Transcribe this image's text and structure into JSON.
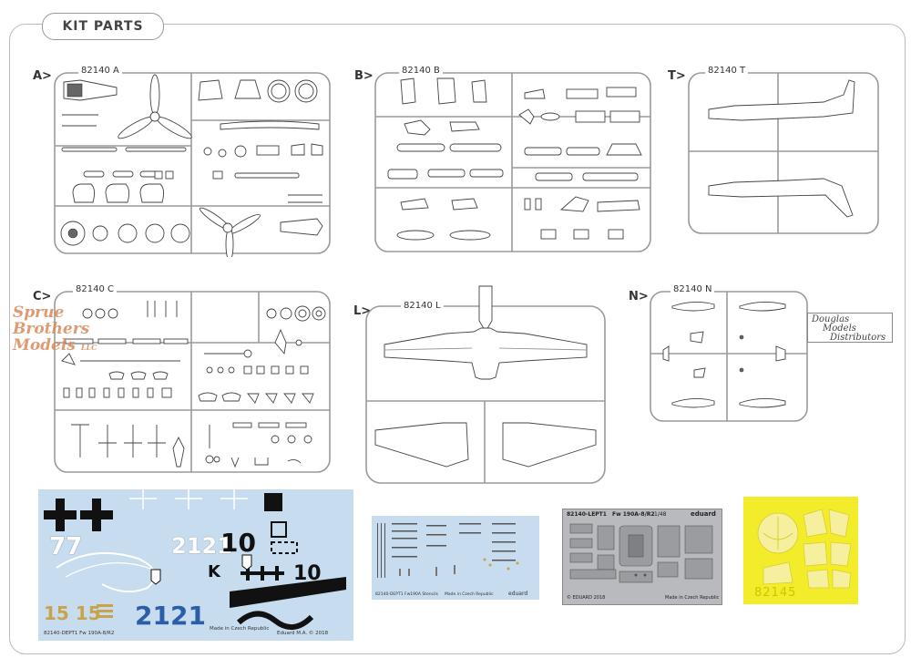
{
  "page": {
    "section_title": "KIT PARTS"
  },
  "sprues": {
    "a": {
      "letter": "A>",
      "code": "82140 A"
    },
    "b": {
      "letter": "B>",
      "code": "82140 B"
    },
    "t": {
      "letter": "T>",
      "code": "82140 T"
    },
    "c": {
      "letter": "C>",
      "code": "82140 C"
    },
    "l": {
      "letter": "L>",
      "code": "82140 L"
    },
    "n": {
      "letter": "N>",
      "code": "82140 N"
    }
  },
  "watermark": {
    "line1": "Sprue",
    "line2": "Brothers",
    "line3": "Models",
    "suffix": "LLC"
  },
  "distributor": {
    "line1": "Douglas",
    "line2": "Models",
    "line3": "Distributors"
  },
  "decal_main": {
    "code_78": "77",
    "num_2121_top": "2121",
    "num_10": "10",
    "num_10_b": "10",
    "letter_k": "K",
    "num_1515": "15 15",
    "num_2121": "2121",
    "caption_left": "82140-DEPT1 Fw 190A-8/R2",
    "caption_mid": "Made in Czech Republic",
    "caption_right": "Eduard M.A. © 2018"
  },
  "decal_stencil": {
    "caption_left": "82140-DEPT1 Fw190A Stencils",
    "caption_mid": "Made in Czech Republic",
    "caption_right": "eduard"
  },
  "photoetch": {
    "header_code": "82140-LEPT1",
    "header_title": "Fw 190A-8/R2",
    "header_scale": "1/48",
    "header_brand": "eduard",
    "footer_left": "© EDUARD 2018",
    "footer_right": "Made in Czech Republic"
  },
  "mask": {
    "code": "82145"
  },
  "colors": {
    "decal_bg": "#c7dcee",
    "decal_blue": "#2a5ea8",
    "decal_gold": "#c9a34a",
    "pe_bg": "#b8babd",
    "mask_bg": "#f3ec2a",
    "watermark": "#d98a5a"
  }
}
